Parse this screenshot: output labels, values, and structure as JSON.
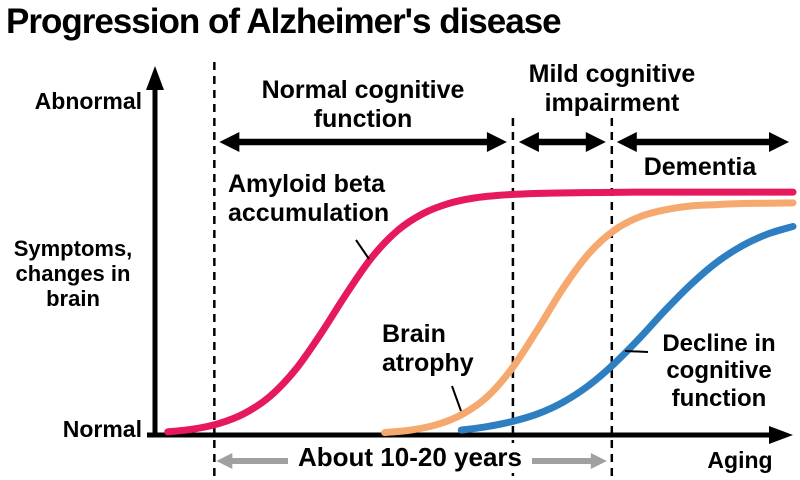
{
  "title": "Progression of Alzheimer's disease",
  "colors": {
    "text": "#000000",
    "arrow_gray": "#a0a0a0",
    "axis": "#000000"
  },
  "chart_data": {
    "type": "line",
    "x_axis": {
      "label": "Aging"
    },
    "y_axis": {
      "label": "Symptoms,\nchanges in\nbrain",
      "min_label": "Normal",
      "max_label": "Abnormal"
    },
    "stage_boundaries_pct": [
      9.3,
      56.1,
      71.6
    ],
    "stages": [
      {
        "label": "Normal cognitive\nfunction",
        "span_pct": [
          9.3,
          56.1
        ]
      },
      {
        "label": "Mild cognitive\nimpairment",
        "span_pct": [
          56.1,
          71.6
        ]
      },
      {
        "label": "Dementia",
        "span_pct": [
          71.6,
          100
        ]
      }
    ],
    "duration": {
      "label": "About 10-20 years",
      "span_pct": [
        9.3,
        71.6
      ]
    },
    "series": [
      {
        "id": "amyloid-beta",
        "name": "Amyloid beta accumulation",
        "label_text": "Amyloid beta\naccumulation",
        "color": "#e6185e",
        "points": [
          [
            2,
            0.9
          ],
          [
            6,
            1.7
          ],
          [
            10,
            3.3
          ],
          [
            14,
            6.2
          ],
          [
            18,
            11.1
          ],
          [
            22,
            18.8
          ],
          [
            26,
            29.2
          ],
          [
            30,
            40.7
          ],
          [
            34,
            51.2
          ],
          [
            38,
            58.9
          ],
          [
            42,
            63.8
          ],
          [
            46,
            66.7
          ],
          [
            50,
            68.3
          ],
          [
            54,
            69.1
          ],
          [
            58,
            69.5
          ],
          [
            62,
            69.7
          ],
          [
            66,
            69.8
          ],
          [
            70,
            69.9
          ],
          [
            76,
            70
          ],
          [
            84,
            70
          ],
          [
            92,
            70
          ],
          [
            100,
            70
          ]
        ]
      },
      {
        "id": "brain-atrophy",
        "name": "Brain atrophy",
        "label_text": "Brain\natrophy",
        "color": "#f6a96e",
        "points": [
          [
            36,
            0.7
          ],
          [
            40,
            1.4
          ],
          [
            44,
            2.9
          ],
          [
            48,
            5.8
          ],
          [
            52,
            10.9
          ],
          [
            56,
            19.3
          ],
          [
            60,
            30.5
          ],
          [
            64,
            42.4
          ],
          [
            68,
            52.3
          ],
          [
            72,
            59.0
          ],
          [
            76,
            62.9
          ],
          [
            80,
            64.9
          ],
          [
            84,
            66.0
          ],
          [
            88,
            66.4
          ],
          [
            92,
            66.7
          ],
          [
            96,
            66.8
          ],
          [
            100,
            66.9
          ]
        ]
      },
      {
        "id": "cognitive-decline",
        "name": "Decline in cognitive function",
        "label_text": "Decline in\ncognitive\nfunction",
        "color": "#2e7fc2",
        "points": [
          [
            48,
            1.4
          ],
          [
            52,
            2.4
          ],
          [
            56,
            3.9
          ],
          [
            60,
            6.1
          ],
          [
            64,
            9.5
          ],
          [
            68,
            14.3
          ],
          [
            72,
            20.6
          ],
          [
            76,
            28.0
          ],
          [
            80,
            36.0
          ],
          [
            84,
            43.4
          ],
          [
            88,
            49.7
          ],
          [
            92,
            54.5
          ],
          [
            96,
            57.9
          ],
          [
            100,
            60.1
          ]
        ]
      }
    ]
  }
}
